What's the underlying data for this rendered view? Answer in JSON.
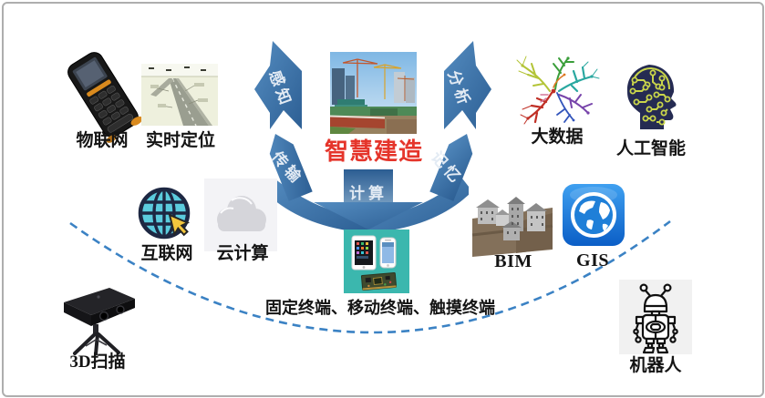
{
  "figure": {
    "title": "智慧建造",
    "center_image": "construction-site-photo",
    "arrows": {
      "perception": "感知",
      "analysis": "分析",
      "transmission": "传输",
      "memory": "记忆",
      "computing": "计算"
    },
    "nodes": {
      "iot": "物联网",
      "positioning": "实时定位",
      "bigdata": "大数据",
      "ai": "人工智能",
      "internet": "互联网",
      "cloud": "云计算",
      "bim": "BIM",
      "gis": "GIS",
      "scan3d": "3D扫描",
      "robot": "机器人"
    },
    "terminals_caption": "固定终端、移动终端、触摸终端",
    "icons": {
      "iot": "handheld-pda-icon",
      "positioning": "runway-map-image",
      "bigdata": "mindmap-tree-image",
      "ai": "circuit-head-icon",
      "internet": "globe-cursor-icon",
      "cloud": "cloud-icon",
      "bim": "building-model-image",
      "gis": "globe-app-icon",
      "scan3d": "tripod-scanner-icon",
      "robot": "robot-icon",
      "terminals": "tablet-phone-board-icon"
    },
    "colors": {
      "arrow_blue": "#3d78b0",
      "arrow_blue_dark": "#2d5f94",
      "title_red": "#e5352b",
      "arc_dashed_blue": "#3b82c4",
      "terminal_teal": "#3bb7ae",
      "gis_blue": "#1976d2",
      "ai_navy": "#252b52",
      "ai_circuit": "#c9d54a",
      "globe_teal": "#5bcbdd",
      "cursor_yellow": "#f3c63d"
    }
  }
}
